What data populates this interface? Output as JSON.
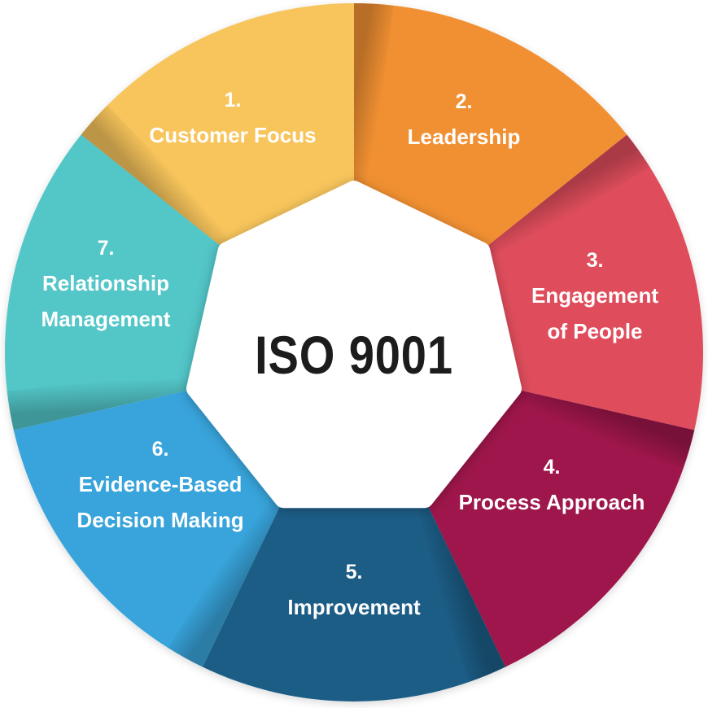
{
  "diagram": {
    "center_label": "ISO 9001",
    "center_text_color": "#1c1c1c",
    "text_color": "#ffffff",
    "background_color": "#ffffff",
    "segments": [
      {
        "number": "1.",
        "label": "Customer Focus",
        "lines": [
          "Customer Focus"
        ],
        "color": "#F8C55C"
      },
      {
        "number": "2.",
        "label": "Leadership",
        "lines": [
          "Leadership"
        ],
        "color": "#F19030"
      },
      {
        "number": "3.",
        "label": "Engagement of People",
        "lines": [
          "Engagement",
          "of People"
        ],
        "color": "#DF4E5C"
      },
      {
        "number": "4.",
        "label": "Process Approach",
        "lines": [
          "Process Approach"
        ],
        "color": "#9E164B"
      },
      {
        "number": "5.",
        "label": "Improvement",
        "lines": [
          "Improvement"
        ],
        "color": "#1A5D86"
      },
      {
        "number": "6.",
        "label": "Evidence-Based Decision Making",
        "lines": [
          "Evidence-Based",
          "Decision Making"
        ],
        "color": "#38A4DB"
      },
      {
        "number": "7.",
        "label": "Relationship Management",
        "lines": [
          "Relationship",
          "Management"
        ],
        "color": "#53C6C8"
      }
    ]
  }
}
